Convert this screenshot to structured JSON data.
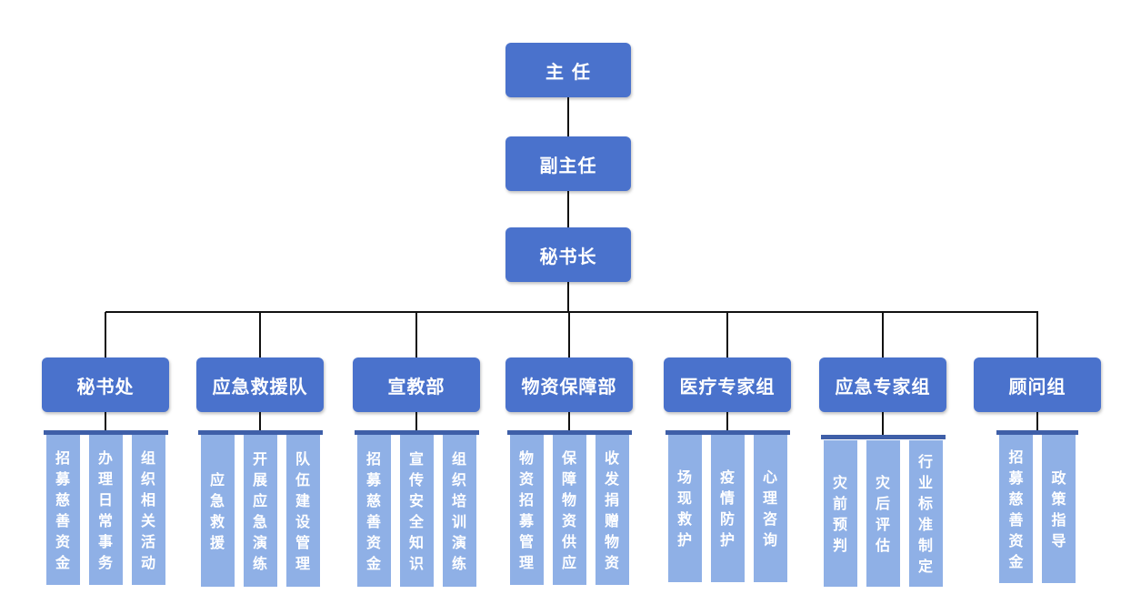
{
  "top": [
    "主 任",
    "副主任",
    "秘书长"
  ],
  "departments": [
    {
      "name": "秘书处",
      "duties": [
        "招募慈善资金",
        "办理日常事务",
        "组织相关活动"
      ]
    },
    {
      "name": "应急救援队",
      "duties": [
        "应急救援",
        "开展应急演练",
        "队伍建设管理"
      ]
    },
    {
      "name": "宣教部",
      "duties": [
        "招募慈善资金",
        "宣传安全知识",
        "组织培训演练"
      ]
    },
    {
      "name": "物资保障部",
      "duties": [
        "物资招募管理",
        "保障物资供应",
        "收发捐赠物资"
      ]
    },
    {
      "name": "医疗专家组",
      "duties": [
        "场现救护",
        "疫情防护",
        "心理咨询"
      ]
    },
    {
      "name": "应急专家组",
      "duties": [
        "灾前预判",
        "灾后评估",
        "行业标准制定"
      ]
    },
    {
      "name": "顾问组",
      "duties": [
        "招募慈善资金",
        "政策指导"
      ]
    }
  ],
  "colors": {
    "box": "#4a72cc",
    "duty_column": "#8fb0e6",
    "duty_bar": "#3f5fa8",
    "connector": "#111111"
  }
}
